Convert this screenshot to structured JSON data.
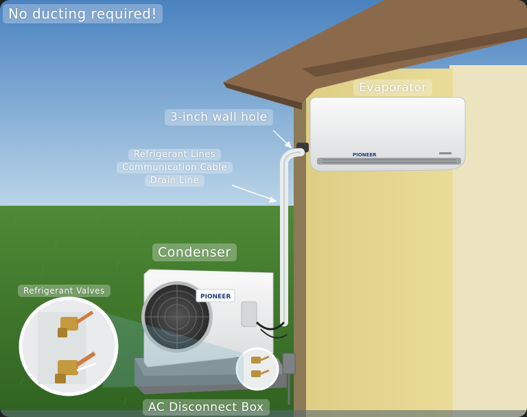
{
  "labels": {
    "headline": "No ducting required!",
    "evaporator": "Evaporator",
    "wall_hole": "3-inch wall hole",
    "lines": [
      "Refrigerant Lines",
      "Communication Cable",
      "Drain Line"
    ],
    "condenser": "Condenser",
    "valves": "Refrigerant Valves",
    "disconnect": "AC Disconnect Box"
  },
  "brand": {
    "indoor_unit": "PIONEER",
    "outdoor_unit": "PIONEER"
  },
  "colors": {
    "sky_top": "#4f86c2",
    "sky_bottom": "#b9d3e6",
    "grass": "#3f7a2c",
    "wall": "#e6d891",
    "roof": "#8a6a4e",
    "unit_white": "#f2f3f3"
  }
}
